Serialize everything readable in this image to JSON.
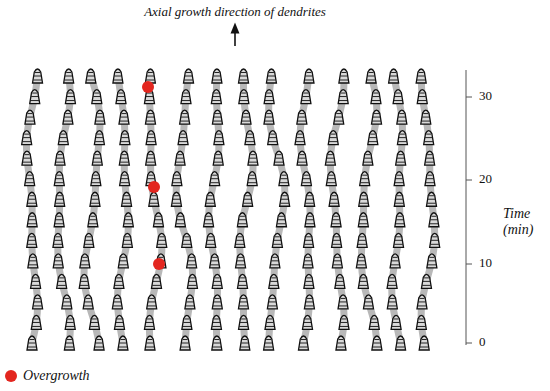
{
  "diagram": {
    "title": "Axial growth direction of dendrites",
    "labels": [
      "30",
      "20",
      "10",
      "0",
      "Time (min)"
    ],
    "legend": [
      {
        "text": "Overgrowth",
        "color": "#e3261f"
      }
    ]
  }
}
